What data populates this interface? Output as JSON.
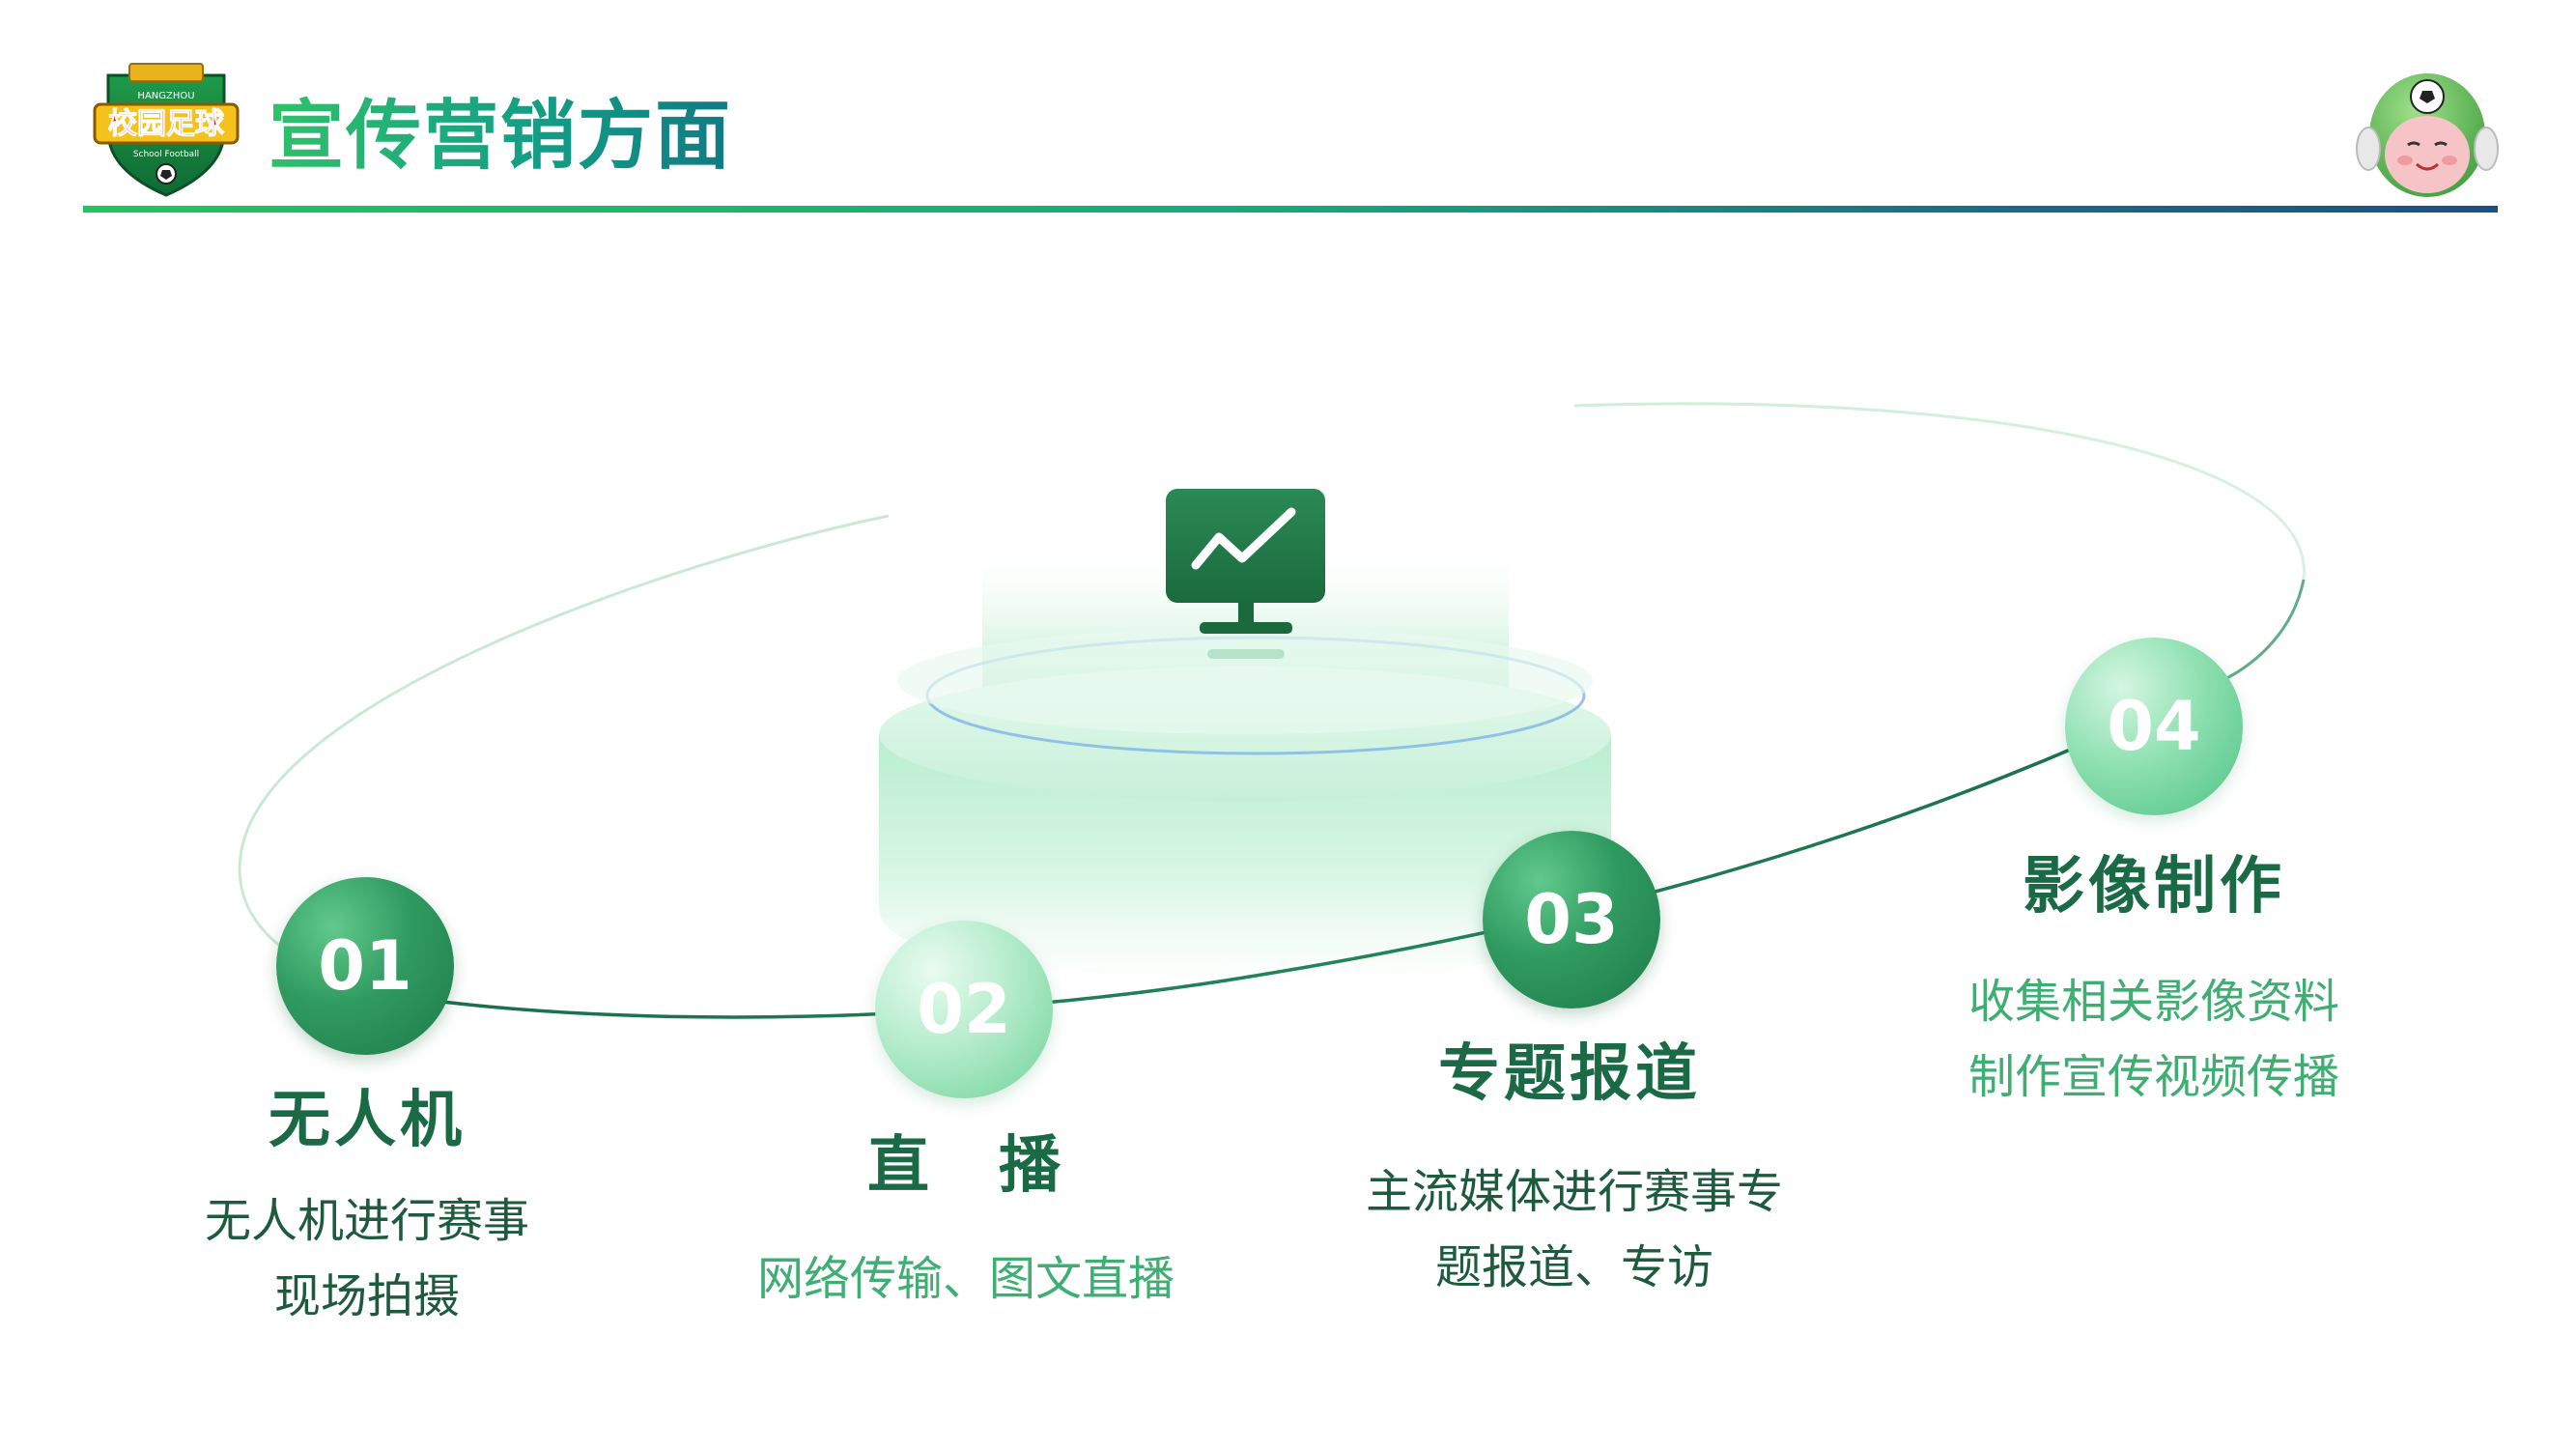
{
  "header": {
    "title": "宣传营销方面",
    "logo_text": "校园足球",
    "logo_subtext": "HANGZHOU",
    "logo_tagline": "School Football"
  },
  "items": [
    {
      "number": "01",
      "title": "无人机",
      "desc_lines": [
        "无人机进行赛事",
        "现场拍摄"
      ]
    },
    {
      "number": "02",
      "title": "直　播",
      "desc_lines": [
        "网络传输、图文直播"
      ]
    },
    {
      "number": "03",
      "title": "专题报道",
      "desc_lines": [
        "主流媒体进行赛事专",
        "题报道、专访"
      ]
    },
    {
      "number": "04",
      "title": "影像制作",
      "desc_lines": [
        "收集相关影像资料",
        "制作宣传视频传播"
      ]
    }
  ],
  "icons": {
    "logo": "school-football-logo",
    "mascot": "football-mascot-icon",
    "monitor": "trend-monitor-icon"
  },
  "colors": {
    "accent_dark": "#1e7a49",
    "accent_light": "#6fd19a",
    "title_gradient_start": "#2fc16a",
    "title_gradient_end": "#117a83"
  }
}
